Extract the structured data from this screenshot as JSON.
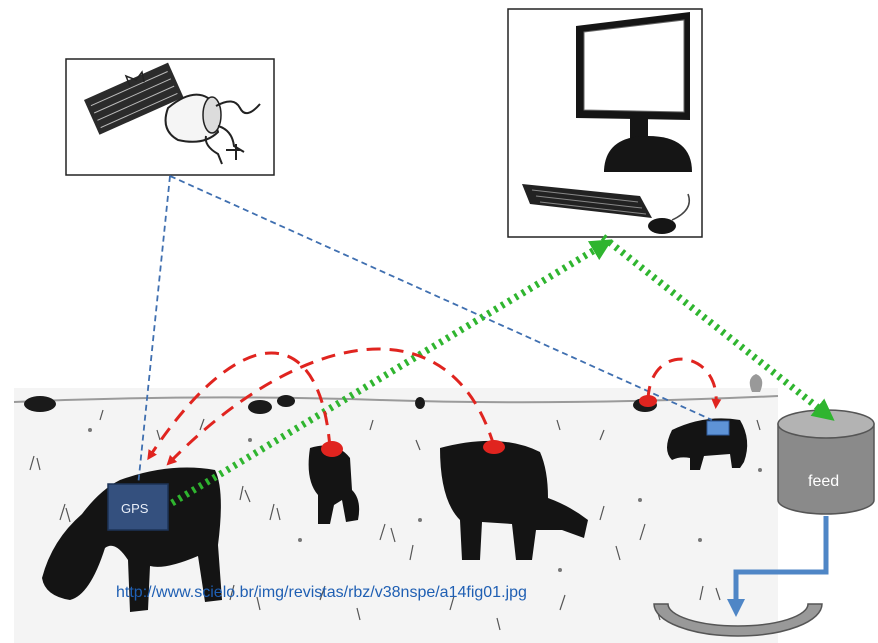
{
  "labels": {
    "gps": "GPS",
    "feed": "feed"
  },
  "source_url": "http://www.scielo.br/img/revistas/rbz/v38nspe/a14fig01.jpg",
  "colors": {
    "blue_dashed": "#3f6fb0",
    "green_dotted": "#2fb52f",
    "red_dashed": "#e0241f",
    "feed_bin": "#8a8a8a",
    "gps_box": "#34507e",
    "feed_pipe": "#4f86c6"
  }
}
